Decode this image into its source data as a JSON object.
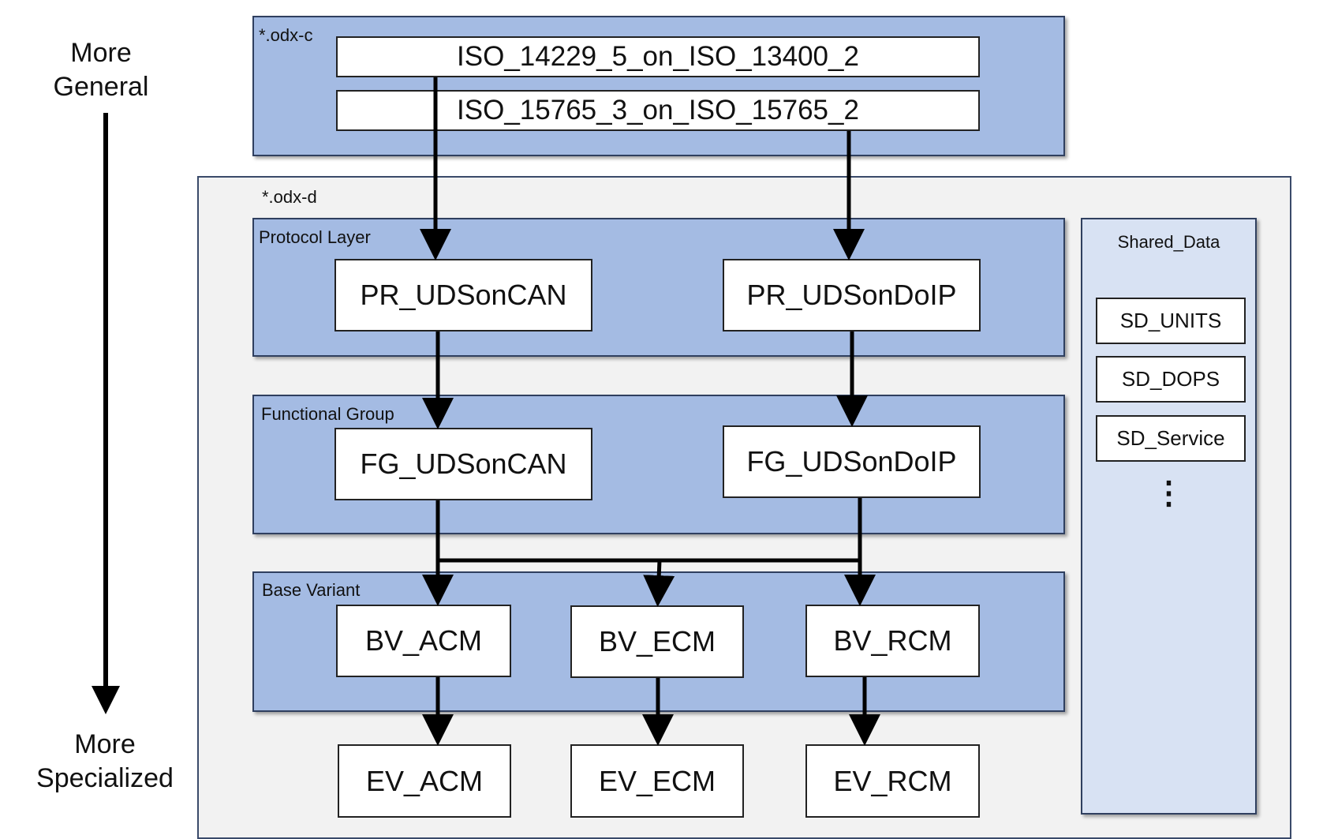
{
  "axis": {
    "top_line1": "More",
    "top_line2": "General",
    "bottom_line1": "More",
    "bottom_line2": "Specialized"
  },
  "odx_c": {
    "label": "*.odx-c",
    "items": [
      "ISO_14229_5_on_ISO_13400_2",
      "ISO_15765_3_on_ISO_15765_2"
    ]
  },
  "odx_d": {
    "label": "*.odx-d",
    "protocol_layer": {
      "label": "Protocol Layer",
      "items": [
        "PR_UDSonCAN",
        "PR_UDSonDoIP"
      ]
    },
    "functional_group": {
      "label": "Functional Group",
      "items": [
        "FG_UDSonCAN",
        "FG_UDSonDoIP"
      ]
    },
    "base_variant": {
      "label": "Base Variant",
      "items": [
        "BV_ACM",
        "BV_ECM",
        "BV_RCM"
      ]
    },
    "ecu_variants": [
      "EV_ACM",
      "EV_ECM",
      "EV_RCM"
    ],
    "shared_data": {
      "label": "Shared_Data",
      "items": [
        "SD_UNITS",
        "SD_DOPS",
        "SD_Service"
      ],
      "ellipsis": "⋮"
    }
  }
}
